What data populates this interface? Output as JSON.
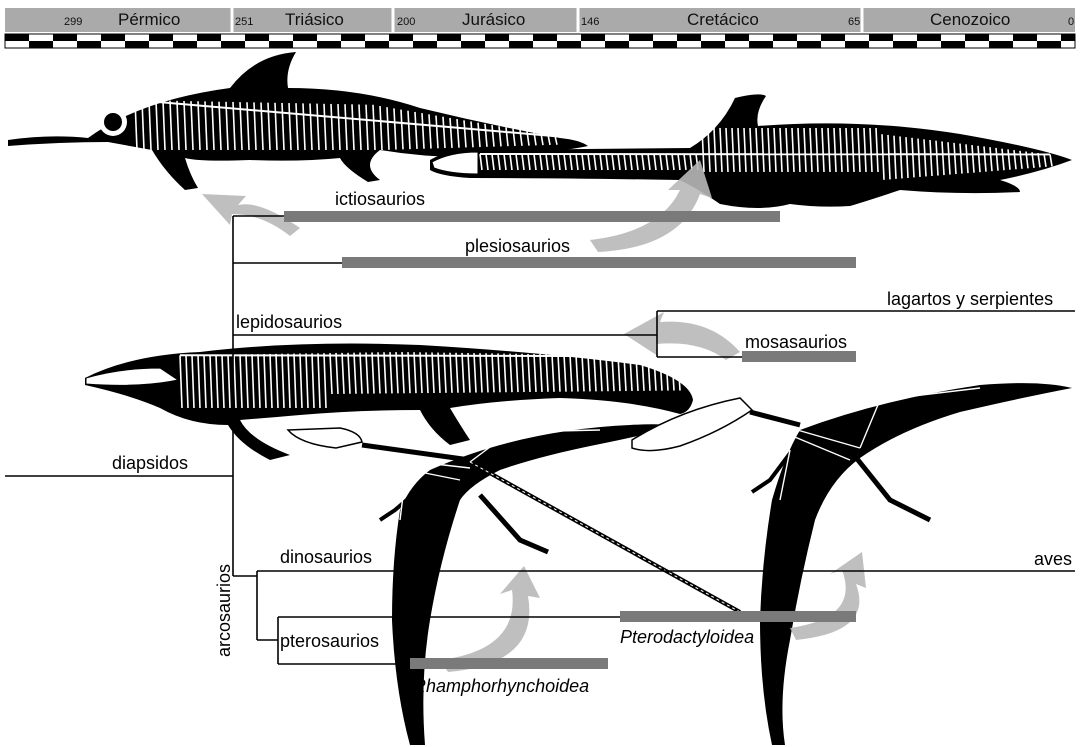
{
  "timescale": {
    "periods": [
      {
        "name": "Pérmico"
      },
      {
        "name": "Triásico"
      },
      {
        "name": "Jurásico"
      },
      {
        "name": "Cretácico"
      },
      {
        "name": "Cenozoico"
      }
    ],
    "ages": [
      "299",
      "251",
      "200",
      "146",
      "65",
      "0"
    ]
  },
  "clades": {
    "ictiosaurios": "ictiosaurios",
    "plesiosaurios": "plesiosaurios",
    "lepidosaurios": "lepidosaurios",
    "lagartos": "lagartos y serpientes",
    "mosasaurios": "mosasaurios",
    "diapsidos": "diapsidos",
    "arcosaurios": "arcosaurios",
    "dinosaurios": "dinosaurios",
    "aves": "aves",
    "pterosaurios": "pterosaurios",
    "pterodactyloidea": "Pterodactyloidea",
    "rhamphorhynchoidea": "Rhamphorhynchoidea"
  },
  "colors": {
    "header_band": "#aaaaaa",
    "range_bar": "#7a7a7a",
    "arrow": "#b8b8b8",
    "silhouette": "#000000"
  },
  "icons": [
    "ichthyosaur-skeleton-icon",
    "plesiosaur-skeleton-icon",
    "mosasaur-skeleton-icon",
    "rhamphorhynchoid-skeleton-icon",
    "pterodactyloid-skeleton-icon"
  ]
}
